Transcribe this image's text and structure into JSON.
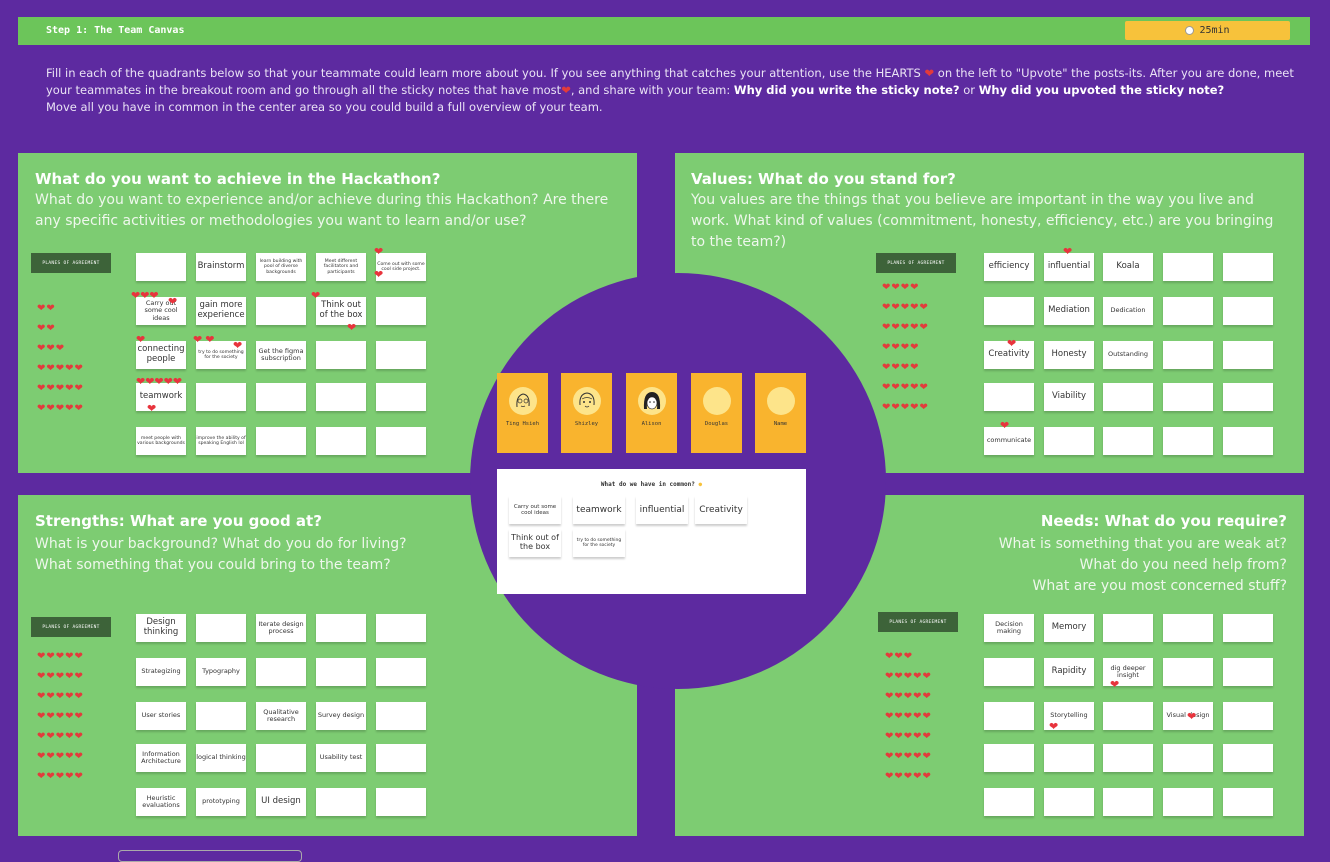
{
  "header": {
    "step_title": "Step 1: The Team Canvas",
    "timer": "25min",
    "timer_icon": "clock-icon"
  },
  "instructions": {
    "part1": "Fill in each of the quadrants below so that your teammate could learn more about you. If you see anything that catches your attention, use the HEARTS",
    "part2": "on the left to \"Upvote\" the posts-its. After you are done, meet your teammates in the breakout room and go through all the sticky notes that have most",
    "part3": ", and share with your team:",
    "bold1": "Why did you write the sticky note?",
    "or": "or",
    "bold2": "Why did you upvoted the sticky note?",
    "line3": "Move all you have in common in the center area so you could build a full overview of your team."
  },
  "quadrants": {
    "hackathon": {
      "title": "What do you want to achieve in the Hackathon?",
      "description": "What do you want to experience and/or achieve during this Hackathon? Are there any specific activities or methodologies you want to learn and/or use?"
    },
    "values": {
      "title": "Values: What do you stand for?",
      "description": "You values are the things that you believe are important in the way you live and work. What kind of values (commitment, honesty, efficiency, etc.) are you bringing to the team?)"
    },
    "strengths": {
      "title": "Strengths: What are you good at?",
      "line1": "What is your background? What do you do for living?",
      "line2": "What something that you could bring to the team?"
    },
    "needs": {
      "title": "Needs: What do you require?",
      "line1": "What is something that you are weak at?",
      "line2": "What do you need help from?",
      "line3": "What are you most concerned stuff?"
    }
  },
  "planes_label": "PLANES OF AGREEMENT",
  "team": [
    {
      "name": "Ting Hsieh",
      "avatar": "sketched-avatar-icon"
    },
    {
      "name": "Shizley",
      "avatar": "sketched-avatar-icon"
    },
    {
      "name": "Alison",
      "avatar": "woman-avatar-icon"
    },
    {
      "name": "Douglas",
      "avatar": "empty-avatar-icon"
    },
    {
      "name": "Name",
      "avatar": "empty-avatar-icon"
    }
  ],
  "common": {
    "title": "What do we have in common?",
    "notes": [
      "Carry out some cool ideas",
      "teamwork",
      "influential",
      "Creativity",
      "Think out of the box",
      "try to do something for the society"
    ]
  },
  "notes": {
    "hackathon": [
      "Brainstorm",
      "learn building with pool of diverse backgrounds",
      "Meet different facilitators and participants",
      "Come out with some cool side project.",
      "Carry out some cool ideas",
      "gain more experience",
      "Think out of the box",
      "connecting people",
      "try to do something for the society",
      "Get the figma subscription",
      "teamwork",
      "meet people with various backgrounds",
      "improve the ability of speaking English lol"
    ],
    "values": [
      "efficiency",
      "influential",
      "Koala",
      "Mediation",
      "Dedication",
      "Creativity",
      "Honesty",
      "Outstanding",
      "Viability",
      "communicate"
    ],
    "strengths": [
      "Design thinking",
      "Iterate design process",
      "Strategizing",
      "Typography",
      "User stories",
      "Qualitative research",
      "Survey design",
      "Information Architecture",
      "logical thinking",
      "Usability test",
      "Heuristic evaluations",
      "prototyping",
      "UI design"
    ],
    "needs": [
      "Decision making",
      "Memory",
      "Rapidity",
      "dig deeper insight",
      "Storytelling",
      "Visual design"
    ]
  },
  "heart_rows": {
    "hackathon": [
      "❤❤",
      "❤❤",
      "❤❤❤",
      "❤❤❤❤❤",
      "❤❤❤❤❤",
      "❤❤❤❤❤"
    ],
    "values": [
      "❤❤❤❤",
      "❤❤❤❤❤",
      "❤❤❤❤❤",
      "❤❤❤❤",
      "❤❤❤❤",
      "❤❤❤❤❤",
      "❤❤❤❤❤"
    ],
    "strengths": [
      "❤❤❤❤❤",
      "❤❤❤❤❤",
      "❤❤❤❤❤",
      "❤❤❤❤❤",
      "❤❤❤❤❤",
      "❤❤❤❤❤",
      "❤❤❤❤❤"
    ],
    "needs": [
      "❤❤❤",
      "❤❤❤❤❤",
      "❤❤❤❤❤",
      "❤❤❤❤❤",
      "❤❤❤❤❤",
      "❤❤❤❤❤",
      "❤❤❤❤❤"
    ]
  },
  "colors": {
    "background": "#5d2aa0",
    "quadrant": "#7dcc72",
    "header": "#6cc55a",
    "timer": "#f7c23b",
    "person_card": "#f9b42e",
    "heart": "#e23c3c"
  }
}
